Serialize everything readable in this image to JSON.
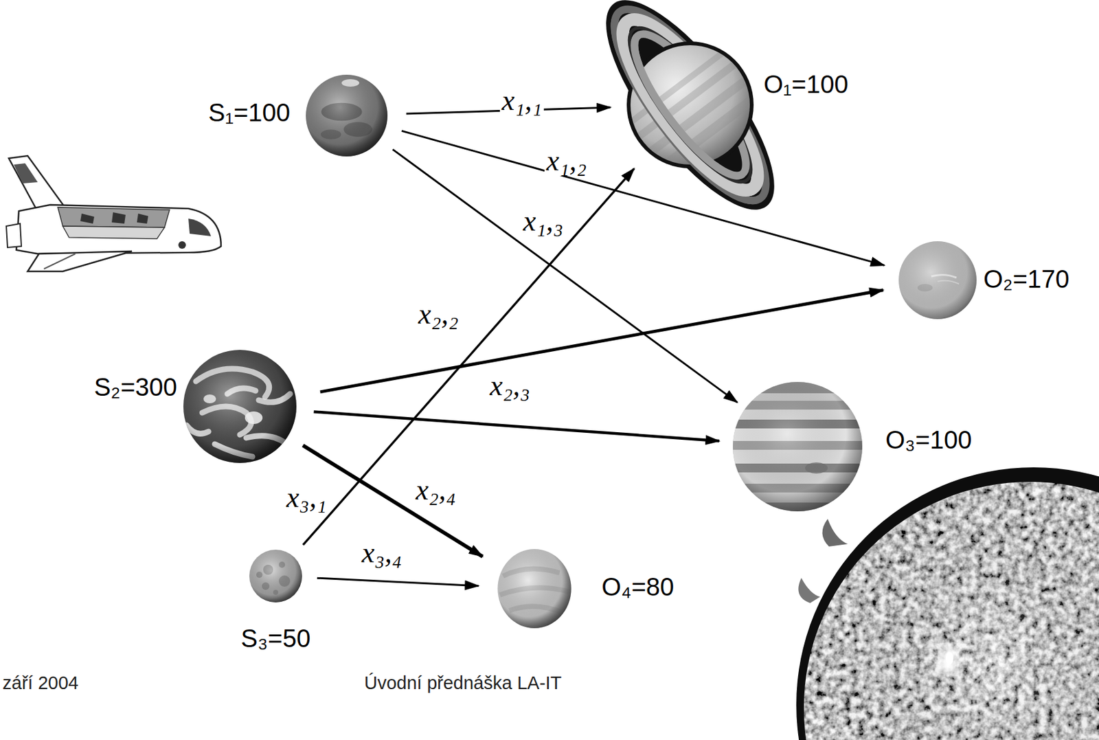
{
  "diagram": {
    "nodes": [
      {
        "text": [
          "S₁=100"
        ]
      },
      {
        "text": [
          "O₁=100"
        ]
      },
      {
        "text": [
          "O₂=170"
        ]
      },
      {
        "text": [
          "S₂=300"
        ]
      },
      {
        "text": [
          "O₃=100"
        ]
      },
      {
        "text": [
          "S₃=50"
        ]
      },
      {
        "text": [
          "O₄=80"
        ]
      }
    ],
    "edges": [
      {
        "from": 0,
        "to": 1,
        "arrow": "to",
        "label": "x₁,₁"
      },
      {
        "from": 0,
        "to": 2,
        "arrow": "to",
        "label": "x₁,₂"
      },
      {
        "from": 0,
        "to": 4,
        "arrow": "to",
        "label": "x₁,₃"
      },
      {
        "from": 3,
        "to": 2,
        "arrow": "to",
        "label": "x₂,₂"
      },
      {
        "from": 3,
        "to": 4,
        "arrow": "to",
        "label": "x₂,₃"
      },
      {
        "from": 3,
        "to": 6,
        "arrow": "to",
        "label": "x₂,₄"
      },
      {
        "from": 5,
        "to": 1,
        "arrow": "to",
        "label": "x₃,₁"
      },
      {
        "from": 5,
        "to": 6,
        "arrow": "to",
        "label": "x₃,₄"
      }
    ],
    "labels": [
      "září 2004",
      "Úvodní přednáška LA-IT"
    ]
  }
}
